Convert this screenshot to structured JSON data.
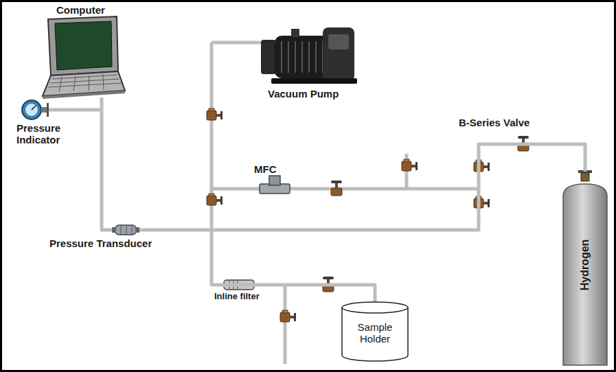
{
  "diagram": {
    "nodes": [
      {
        "text": [
          "Sample Holder"
        ]
      },
      {
        "text": [
          "Hydrogen"
        ]
      }
    ],
    "edges": [
      {
        "from": 1,
        "to": 0,
        "arrow": "none"
      }
    ],
    "labels": [
      "Computer",
      "Pressure Indicator",
      "Vacuum Pump",
      "B-Series Valve",
      "MFC",
      "Pressure Transducer",
      "Inline filter"
    ]
  }
}
